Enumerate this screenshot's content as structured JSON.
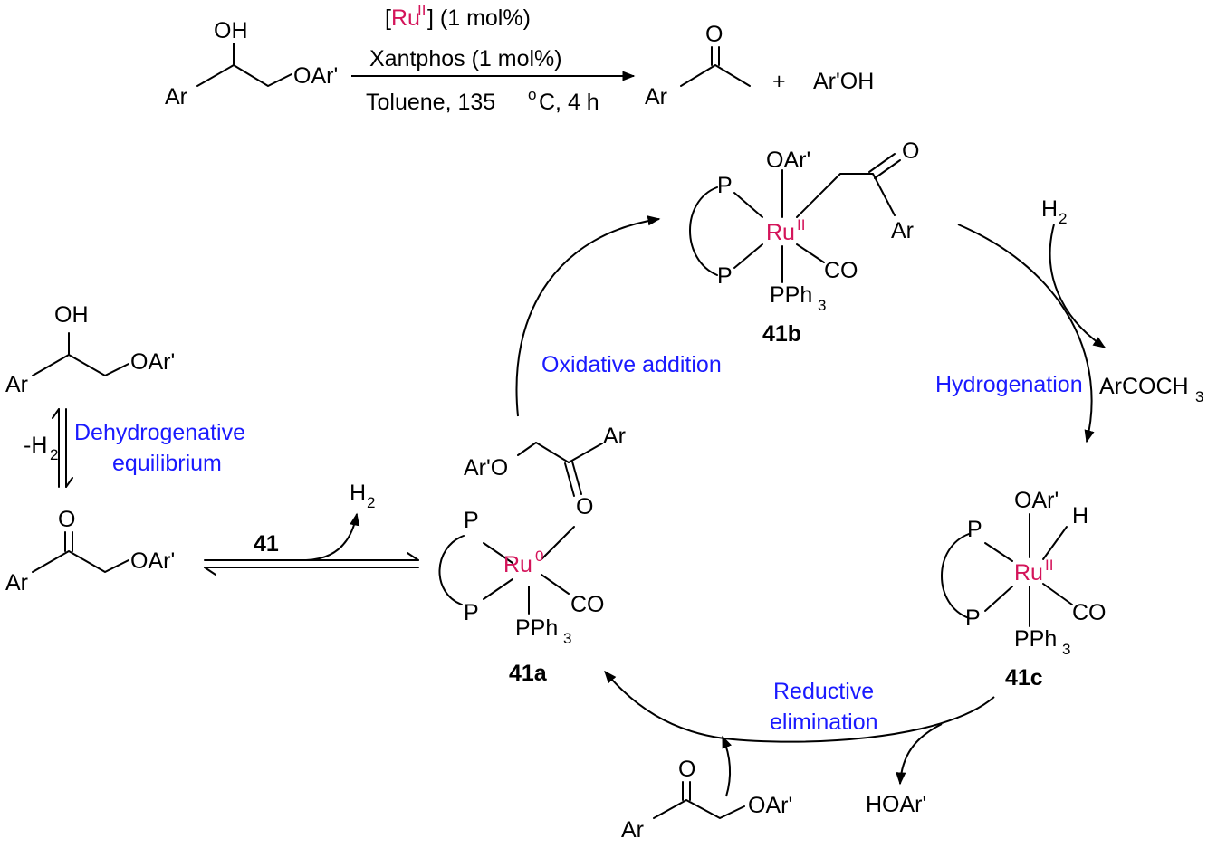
{
  "labels": {
    "oh": "OH",
    "oar": "OAr'",
    "ar": "Ar",
    "o": "O",
    "plus": "+",
    "aroh": "Ar'OH",
    "aro": "Ar'O",
    "h": "H",
    "h2": "H",
    "sub2": "2",
    "minus_h2": "-H",
    "p": "P",
    "co": "CO",
    "pph": "PPh",
    "sub3": "3",
    "ru": "Ru",
    "ru_ox_ii": "II",
    "ru_ox_0": "0",
    "hoar": "HOAr'",
    "arcoch3": "ArCOCH",
    "lb_bracket_open": "[",
    "lb_bracket_close": "] (1 mol%)"
  },
  "conditions": {
    "xantphos": "Xantphos (1 mol%)",
    "solvent": "Toluene,  135 ",
    "temp_unit": "C, 4 h",
    "degree": "o"
  },
  "steps": {
    "oxidative_addition": "Oxidative addition",
    "hydrogenation": "Hydrogenation",
    "reductive": "Reductive",
    "elimination": "elimination",
    "dehydrogenative": "Dehydrogenative",
    "equilibrium": "equilibrium"
  },
  "compounds": {
    "c41": "41",
    "c41a": "41a",
    "c41b": "41b",
    "c41c": "41c"
  },
  "colors": {
    "text": "#000000",
    "step_labels": "#1a1aff",
    "ruthenium": "#d4145a"
  }
}
